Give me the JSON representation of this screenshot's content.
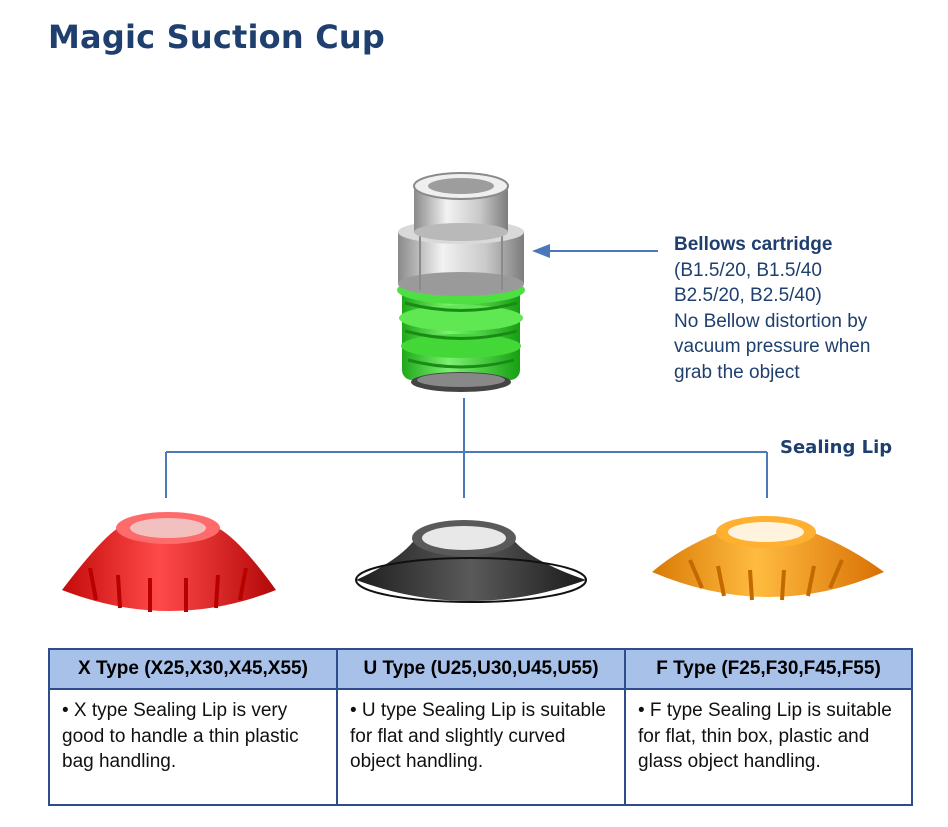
{
  "title": "Magic Suction Cup",
  "bellows": {
    "heading": "Bellows cartridge",
    "lines": [
      "(B1.5/20, B1.5/40",
      "B2.5/20, B2.5/40)",
      "No Bellow distortion by",
      "vacuum pressure when",
      "grab the object"
    ]
  },
  "sealing_lip_label": "Sealing Lip",
  "colors": {
    "title": "#1f3f6e",
    "connector": "#4a78bb",
    "table_header": "#a8c1e8",
    "table_border": "#2e4d8a",
    "x_type": "#e81d1d",
    "u_type": "#3a3a3a",
    "f_type": "#f0951a",
    "bellows": "#3fd634"
  },
  "types": [
    {
      "header": "X Type (X25,X30,X45,X55)",
      "description": "• X type Sealing Lip is very good to handle a thin plastic bag handling."
    },
    {
      "header": "U Type (U25,U30,U45,U55)",
      "description": "• U type Sealing Lip is suitable for flat and slightly curved object handling."
    },
    {
      "header": "F Type (F25,F30,F45,F55)",
      "description": "• F type Sealing Lip is suitable for flat, thin box, plastic and glass object handling."
    }
  ]
}
